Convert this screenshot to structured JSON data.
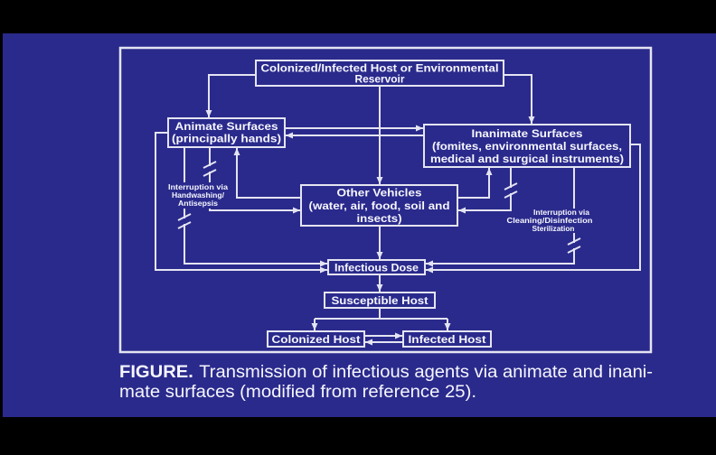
{
  "colors": {
    "page_background": "#000000",
    "slide_background": "#2a2a8c",
    "diagram_lines": "#e4e4f2",
    "text": "#f6f6ff"
  },
  "diagram": {
    "reservoir": [
      "Colonized/Infected Host or Environmental",
      "Reservoir"
    ],
    "animate_surfaces": [
      "Animate Surfaces",
      "(principally hands)"
    ],
    "inanimate_surfaces": [
      "Inanimate Surfaces",
      "(fomites, environmental surfaces,",
      "medical and surgical instruments)"
    ],
    "other_vehicles": [
      "Other Vehicles",
      "(water, air, food, soil and",
      "insects)"
    ],
    "infectious_dose": "Infectious Dose",
    "susceptible_host": "Susceptible Host",
    "colonized_host": "Colonized Host",
    "infected_host": "Infected Host",
    "handwashing_note": [
      "Interruption via",
      "Handwashing/",
      "Antisepsis"
    ],
    "cleaning_note": [
      "Interruption via",
      "Cleaning/Disinfection",
      "Sterilization"
    ]
  },
  "caption": {
    "label": "FIGURE.",
    "line1": "Transmission of infectious agents via animate and inani-",
    "line2": "mate surfaces (modified from reference 25)."
  }
}
